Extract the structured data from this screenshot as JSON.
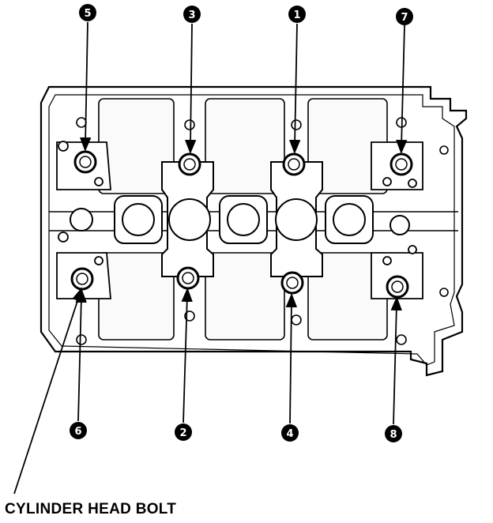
{
  "caption": "CYLINDER HEAD BOLT",
  "bolts": [
    {
      "label": "1"
    },
    {
      "label": "2"
    },
    {
      "label": "3"
    },
    {
      "label": "4"
    },
    {
      "label": "5"
    },
    {
      "label": "6"
    },
    {
      "label": "7"
    },
    {
      "label": "8"
    }
  ]
}
